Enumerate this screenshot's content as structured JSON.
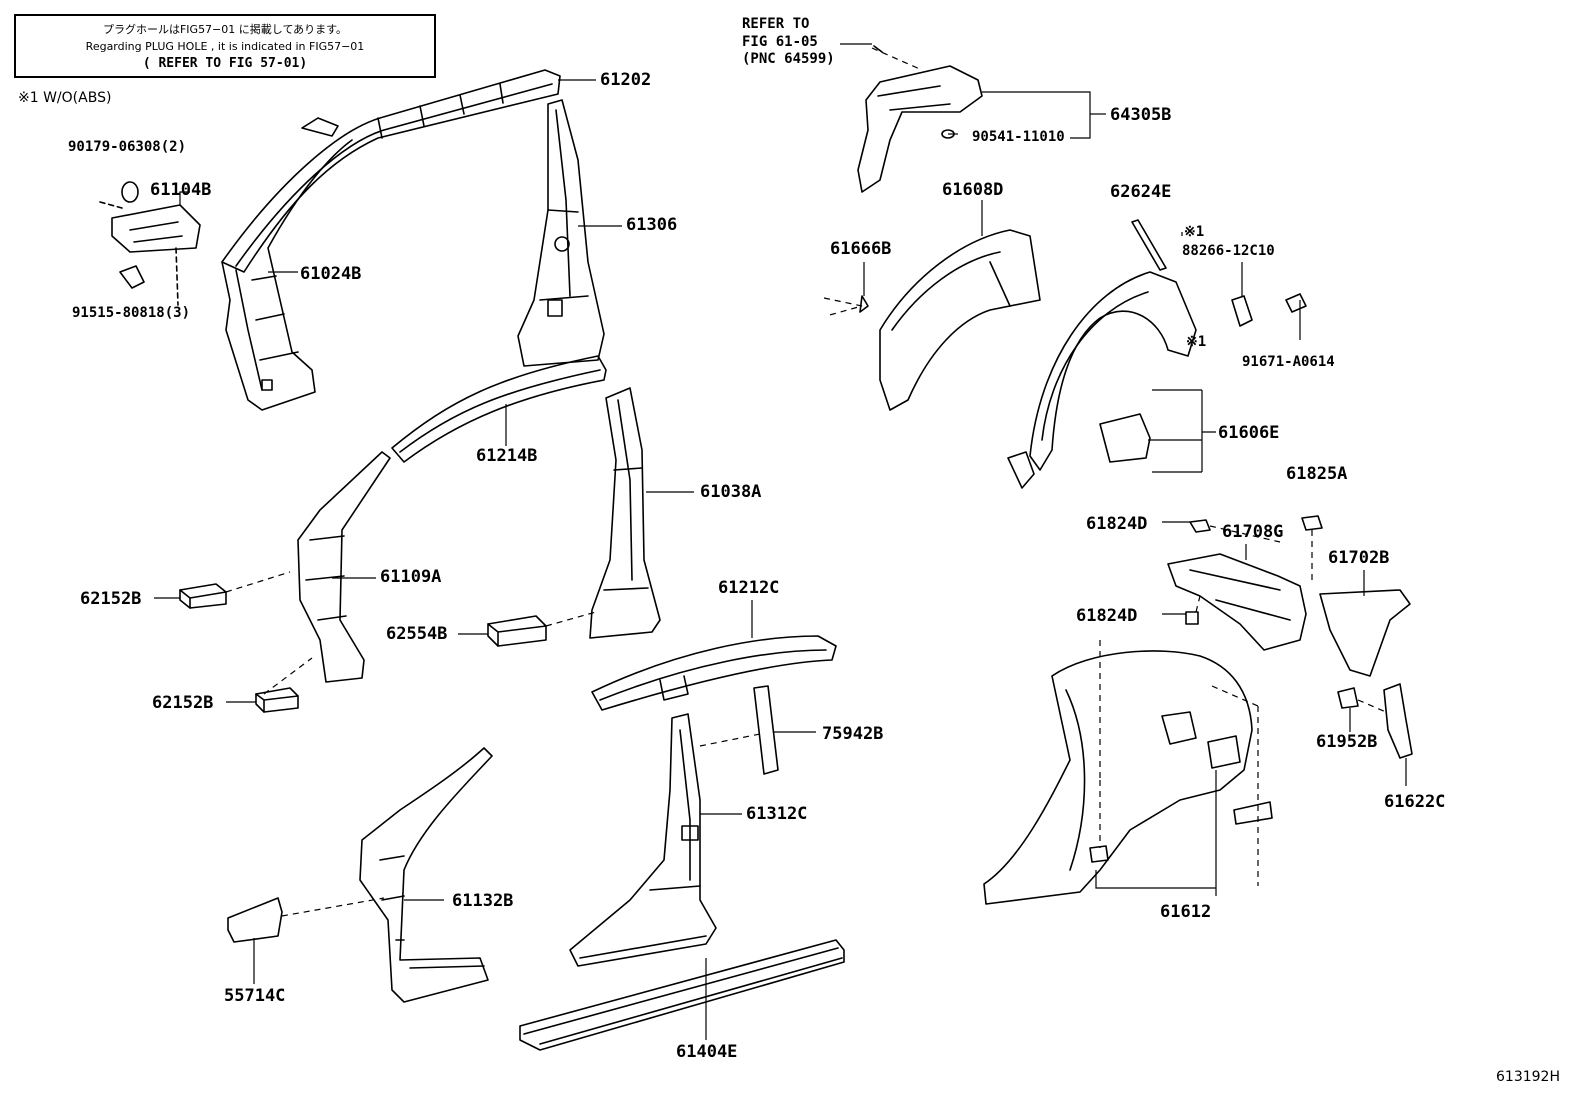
{
  "note": {
    "line1": "プラグホールはFIG57−01 に掲載してあります。",
    "line2": "Regarding PLUG HOLE , it is indicated in FIG57−01",
    "line3": "( REFER TO FIG 57-01)"
  },
  "abs_note": "※1 W/O(ABS)",
  "refer_note": {
    "line1": "REFER TO",
    "line2": "FIG 61-05",
    "line3": "(PNC 64599)"
  },
  "parts": {
    "p61202": "61202",
    "p90179": "90179-06308(2)",
    "p61104B": "61104B",
    "p61306": "61306",
    "p61024B": "61024B",
    "p91515": "91515-80818(3)",
    "p61214B": "61214B",
    "p61038A": "61038A",
    "p61109A": "61109A",
    "p62152B_1": "62152B",
    "p62554B": "62554B",
    "p62152B_2": "62152B",
    "p61212C": "61212C",
    "p75942B": "75942B",
    "p61312C": "61312C",
    "p61132B": "61132B",
    "p55714C": "55714C",
    "p61404E": "61404E",
    "p64305B": "64305B",
    "p90541": "90541-11010",
    "p61608D": "61608D",
    "p62624E": "62624E",
    "p61666B": "61666B",
    "p88266_mark": "※1",
    "p88266": "88266-12C10",
    "p91671_mark": "※1",
    "p91671": "91671-A0614",
    "p61606E": "61606E",
    "p61825A": "61825A",
    "p61824D_1": "61824D",
    "p61708G": "61708G",
    "p61702B": "61702B",
    "p61824D_2": "61824D",
    "p61952B": "61952B",
    "p61622C": "61622C",
    "p61612": "61612"
  },
  "figure_id": "613192H"
}
